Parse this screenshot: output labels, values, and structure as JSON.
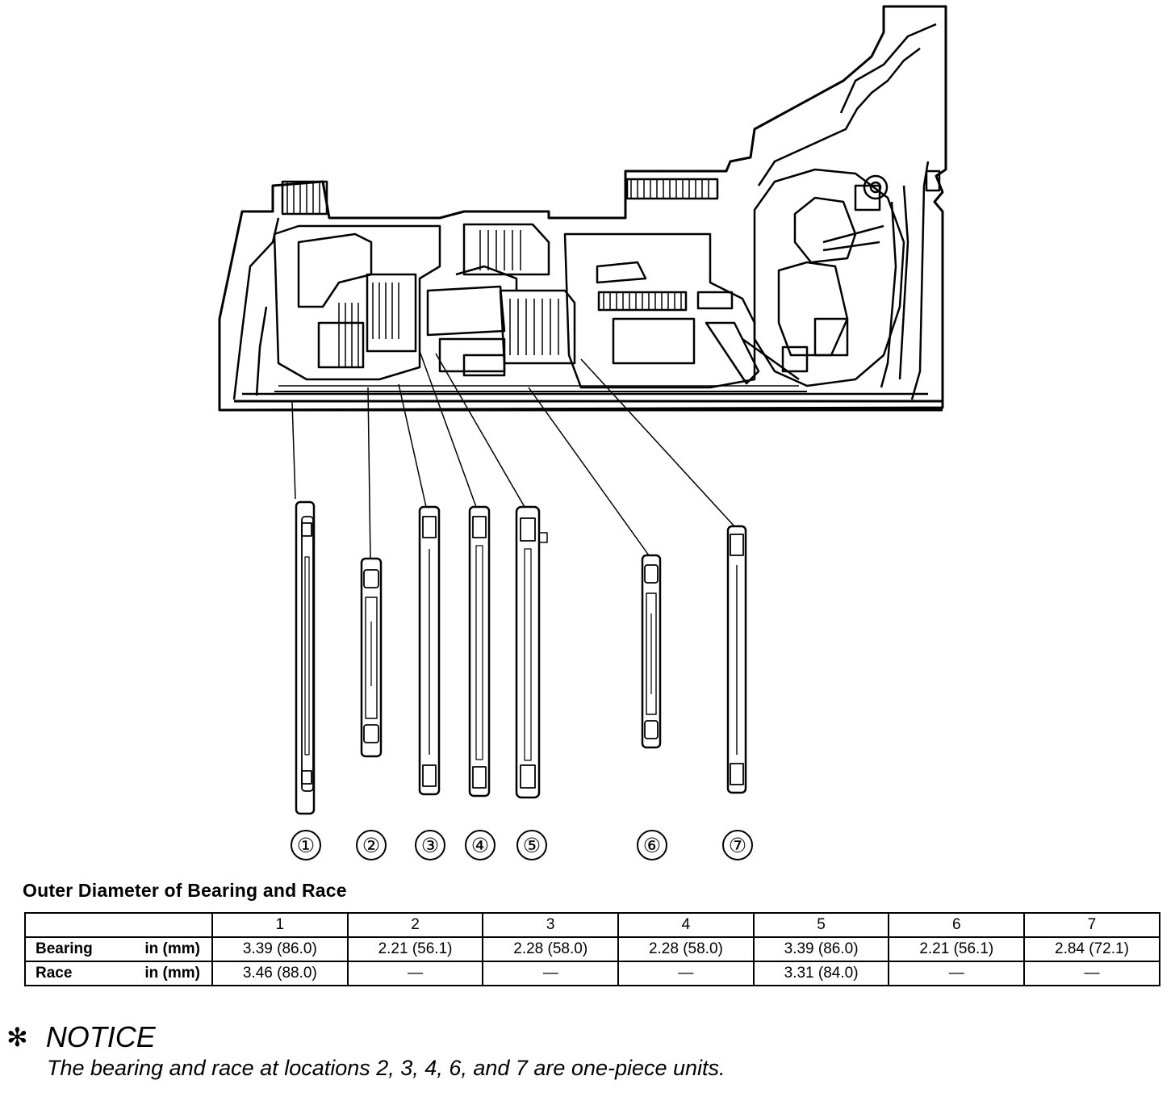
{
  "callouts": [
    "①",
    "②",
    "③",
    "④",
    "⑤",
    "⑥",
    "⑦"
  ],
  "table": {
    "title": "Outer Diameter of Bearing and Race",
    "columns": [
      "1",
      "2",
      "3",
      "4",
      "5",
      "6",
      "7"
    ],
    "rows": [
      {
        "label": "Bearing",
        "unit": "in (mm)",
        "values": [
          "3.39 (86.0)",
          "2.21 (56.1)",
          "2.28 (58.0)",
          "2.28 (58.0)",
          "3.39 (86.0)",
          "2.21 (56.1)",
          "2.84 (72.1)"
        ]
      },
      {
        "label": "Race",
        "unit": "in (mm)",
        "values": [
          "3.46 (88.0)",
          "—",
          "—",
          "—",
          "3.31 (84.0)",
          "—",
          "—"
        ]
      }
    ]
  },
  "notice": {
    "mark": "✻",
    "heading": "NOTICE",
    "text": "The bearing and race at locations 2, 3, 4, 6, and 7 are one-piece units."
  }
}
